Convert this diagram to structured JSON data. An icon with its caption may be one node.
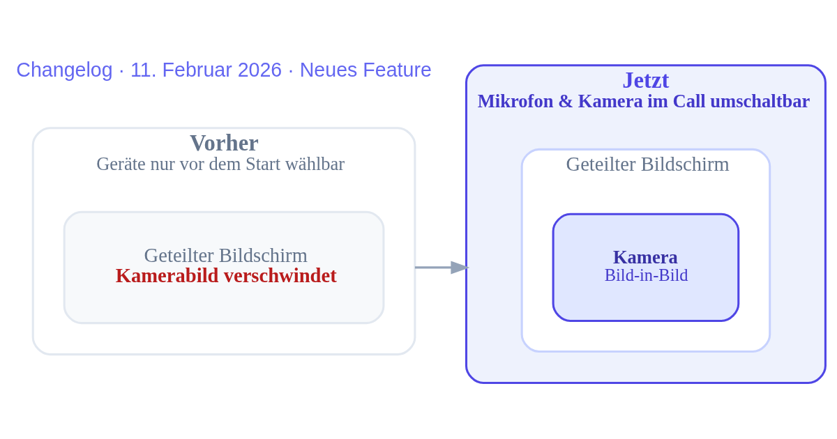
{
  "diagram": {
    "nodes": [
      {
        "text": [
          "Vorher",
          "Geräte nur vor dem Start wählbar"
        ]
      },
      {
        "text": [
          "Geteilter Bildschirm",
          "Kamerabild verschwindet"
        ],
        "in": 0
      },
      {
        "text": [
          "Jetzt",
          "Mikrofon & Kamera im Call umschaltbar"
        ]
      },
      {
        "text": [
          "Geteilter Bildschirm"
        ],
        "in": 2
      },
      {
        "text": [
          "Kamera",
          "Bild-in-Bild"
        ],
        "in": 3
      }
    ],
    "edges": [
      {
        "from": 0,
        "to": 2,
        "arrow": "to"
      }
    ],
    "labels": [
      "Changelog · 11. Februar 2026 · Neues Feature"
    ]
  }
}
